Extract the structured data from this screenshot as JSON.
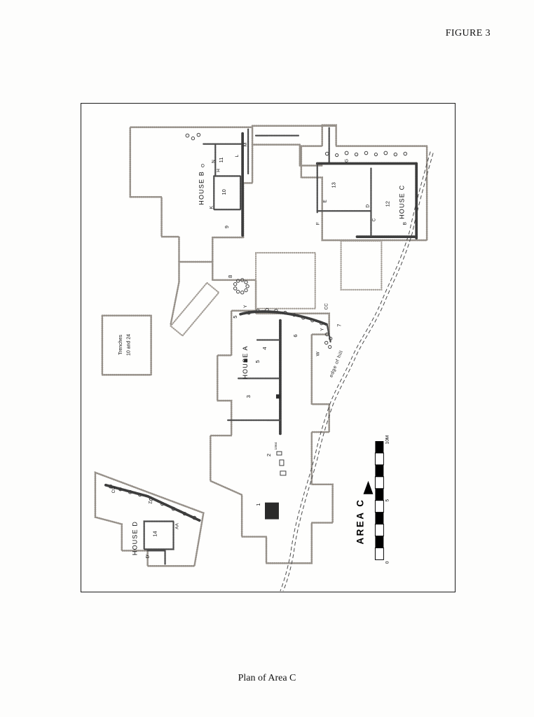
{
  "figure": {
    "label": "FIGURE 3",
    "caption": "Plan of Area C"
  },
  "plan": {
    "area_label": "AREA C",
    "edge_of_hill": "edge of hill",
    "trenches_line1": "Trenches",
    "trenches_line2": "10 and 24",
    "houses": {
      "a": "HOUSE A",
      "b": "HOUSE B",
      "c": "HOUSE C",
      "d": "HOUSE D"
    },
    "rooms": {
      "r1": "1",
      "r2": "2",
      "r3": "3",
      "r4": "4",
      "r5": "5",
      "r6": "6",
      "r7": "7",
      "r8": "8",
      "r9": "9",
      "r10": "10",
      "r11": "11",
      "r12": "12",
      "r13": "13",
      "r14": "14"
    },
    "letters": {
      "k": "K",
      "o": "O",
      "n": "N",
      "h": "H",
      "l": "L",
      "m": "M",
      "g": "G",
      "e": "E",
      "d": "D",
      "c": "C",
      "b": "B",
      "f": "F",
      "y1": "Y",
      "y2": "Y",
      "w": "W",
      "cc1": "CC",
      "cc2": "CC",
      "z": "Z",
      "aa": "AA",
      "dp": "D'"
    },
    "find_label": "1064",
    "scale": {
      "ten": "10M",
      "five": "5",
      "zero": "0"
    }
  }
}
